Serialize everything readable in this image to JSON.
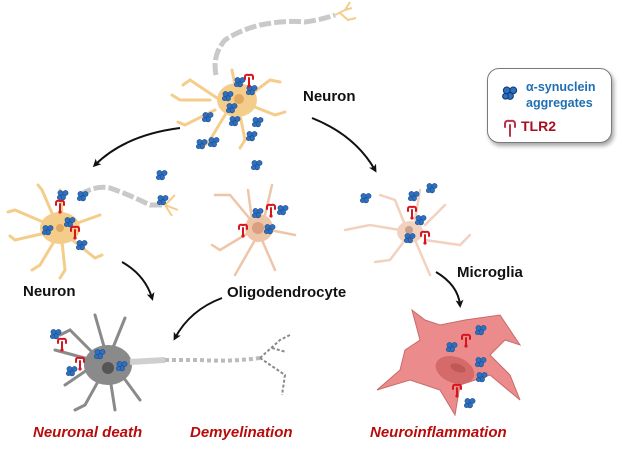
{
  "legend": {
    "aggregates_label_line1": "α-synuclein",
    "aggregates_label_line2": "aggregates",
    "tlr2_label": "TLR2",
    "aggregates_color": "#2f6fbf",
    "tlr2_color": "#d8141e"
  },
  "cells": {
    "top_neuron_label": "Neuron",
    "left_neuron_label": "Neuron",
    "oligodendrocyte_label": "Oligodendrocyte",
    "microglia_label": "Microglia"
  },
  "outcomes": {
    "neuronal_death": "Neuronal death",
    "demyelination": "Demyelination",
    "neuroinflammation": "Neuroinflammation"
  },
  "colors": {
    "neuron_fill": "#f5cd8a",
    "oligo_fill": "#efc5a8",
    "microglia_fill": "#f2d2bf",
    "dying_neuron_fill": "#8a8a8a",
    "activated_microglia_fill": "#ec8b8b",
    "outcome_text": "#b80c0c",
    "myelin": "#c9c9c9"
  }
}
